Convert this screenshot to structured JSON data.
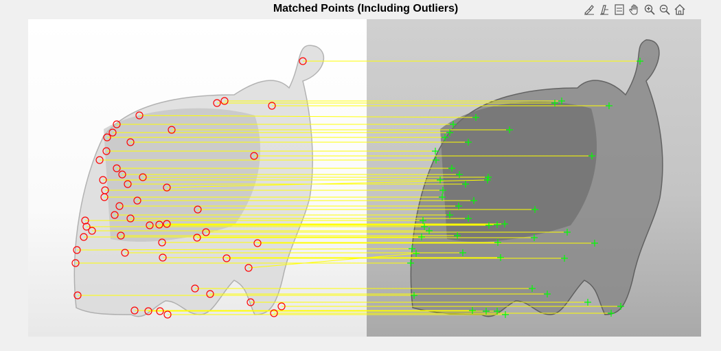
{
  "figure": {
    "title": "Matched Points (Including Outliers)"
  },
  "toolbar": {
    "buttons": [
      {
        "name": "brush-icon"
      },
      {
        "name": "data-cursor-icon"
      },
      {
        "name": "restore-view-icon"
      },
      {
        "name": "pan-icon"
      },
      {
        "name": "zoom-in-icon"
      },
      {
        "name": "zoom-out-icon"
      },
      {
        "name": "home-icon"
      }
    ]
  },
  "colors": {
    "match_line": "#ffff00",
    "left_marker": "#ff0000",
    "right_marker": "#00ff00",
    "background": "#f0f0f0"
  },
  "matches": [
    [
      441,
      89,
      932,
      89
    ],
    [
      316,
      150,
      808,
      150
    ],
    [
      327,
      147,
      818,
      147
    ],
    [
      396,
      154,
      887,
      154
    ],
    [
      170,
      181,
      660,
      181
    ],
    [
      203,
      168,
      693,
      171
    ],
    [
      164,
      193,
      655,
      193
    ],
    [
      250,
      189,
      742,
      189
    ],
    [
      156,
      200,
      648,
      200
    ],
    [
      190,
      207,
      682,
      207
    ],
    [
      155,
      220,
      634,
      220
    ],
    [
      370,
      227,
      862,
      227
    ],
    [
      145,
      233,
      635,
      233
    ],
    [
      170,
      245,
      658,
      245
    ],
    [
      178,
      254,
      669,
      254
    ],
    [
      208,
      258,
      711,
      258
    ],
    [
      150,
      262,
      641,
      262
    ],
    [
      186,
      268,
      678,
      268
    ],
    [
      153,
      277,
      645,
      277
    ],
    [
      243,
      273,
      710,
      262
    ],
    [
      152,
      287,
      644,
      287
    ],
    [
      174,
      300,
      668,
      300
    ],
    [
      200,
      292,
      690,
      292
    ],
    [
      288,
      305,
      779,
      305
    ],
    [
      167,
      313,
      655,
      313
    ],
    [
      190,
      318,
      682,
      318
    ],
    [
      124,
      321,
      616,
      321
    ],
    [
      126,
      330,
      618,
      330
    ],
    [
      218,
      328,
      712,
      328
    ],
    [
      232,
      327,
      724,
      327
    ],
    [
      243,
      326,
      735,
      326
    ],
    [
      134,
      336,
      625,
      336
    ],
    [
      300,
      338,
      826,
      338
    ],
    [
      176,
      343,
      666,
      343
    ],
    [
      287,
      346,
      778,
      346
    ],
    [
      122,
      345,
      614,
      345
    ],
    [
      236,
      353,
      725,
      353
    ],
    [
      375,
      354,
      866,
      354
    ],
    [
      182,
      368,
      674,
      368
    ],
    [
      112,
      364,
      600,
      362
    ],
    [
      237,
      375,
      729,
      375
    ],
    [
      330,
      376,
      822,
      376
    ],
    [
      110,
      383,
      598,
      383
    ],
    [
      362,
      390,
      606,
      369
    ],
    [
      284,
      420,
      775,
      420
    ],
    [
      306,
      428,
      797,
      428
    ],
    [
      113,
      430,
      603,
      430
    ],
    [
      365,
      440,
      856,
      440
    ],
    [
      410,
      446,
      904,
      446
    ],
    [
      196,
      452,
      688,
      452
    ],
    [
      216,
      453,
      708,
      453
    ],
    [
      233,
      453,
      724,
      453
    ],
    [
      244,
      458,
      736,
      458
    ],
    [
      399,
      456,
      890,
      456
    ]
  ]
}
